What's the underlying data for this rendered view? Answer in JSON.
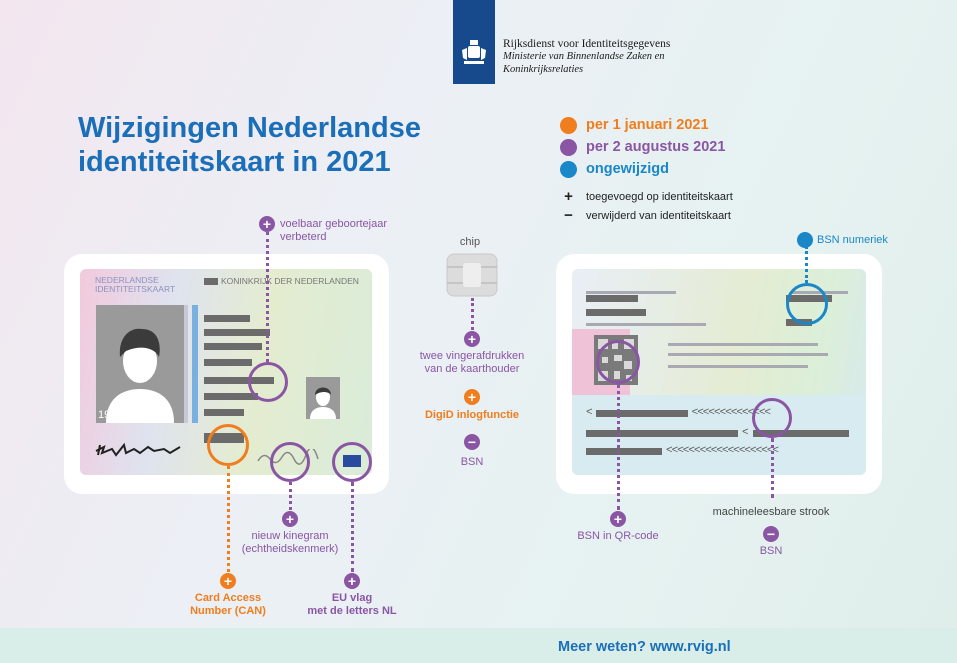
{
  "header": {
    "org_name": "Rijksdienst voor Identiteitsgegevens",
    "org_sub1": "Ministerie van Binnenlandse Zaken en",
    "org_sub2": "Koninkrijksrelaties"
  },
  "title": {
    "line1": "Wijzigingen Nederlandse",
    "line2": "identiteitskaart in 2021"
  },
  "legend": {
    "items": [
      {
        "label": "per 1 januari 2021",
        "color": "#f07d1e"
      },
      {
        "label": "per 2 augustus 2021",
        "color": "#8a56a4"
      },
      {
        "label": "ongewijzigd",
        "color": "#1a87c9"
      }
    ],
    "symbols": [
      {
        "symbol": "+",
        "label": "toegevoegd op identiteitskaart"
      },
      {
        "symbol": "−",
        "label": "verwijderd van identiteitskaart"
      }
    ]
  },
  "front_card": {
    "title_line1": "NEDERLANDSE",
    "title_line2": "IDENTITEITSKAART",
    "kingdom": "KONINKRIJK DER NEDERLANDEN",
    "year": "1965"
  },
  "annotations": {
    "birth_year_line1": "voelbaar geboortejaar",
    "birth_year_line2": "verbeterd",
    "kinegram_line1": "nieuw kinegram",
    "kinegram_line2": "(echtheidskenmerk)",
    "can_line1": "Card Access",
    "can_line2": "Number (CAN)",
    "eu_line1": "EU vlag",
    "eu_line2": "met de letters NL",
    "chip": "chip",
    "fingerprints_line1": "twee vingerafdrukken",
    "fingerprints_line2": "van de kaarthouder",
    "digid": "DigiD inlogfunctie",
    "bsn_center": "BSN",
    "bsn_numeric": "BSN numeriek",
    "bsn_qr": "BSN in QR-code",
    "mrz": "machineleesbare strook",
    "bsn_right": "BSN"
  },
  "back_card": {
    "mrz1": "<<<<<<<<<<<<<<",
    "mrz1_prefix": "<",
    "mrz2": "<",
    "mrz3": "<<<<<<<<<<<<<<<<<<<<"
  },
  "footer": {
    "text": "Meer weten? www.rvig.nl"
  },
  "colors": {
    "orange": "#f07d1e",
    "purple": "#8a56a4",
    "blue": "#1a87c9",
    "title_blue": "#1a6fb8",
    "logo_blue": "#164a8c"
  }
}
